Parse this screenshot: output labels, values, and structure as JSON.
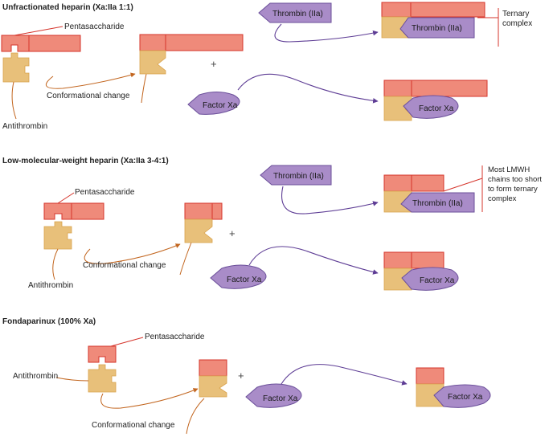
{
  "sections": [
    {
      "title": "Unfractionated heparin (Xa:IIa 1:1)"
    },
    {
      "title": "Low-molecular-weight heparin (Xa:IIa 3-4:1)"
    },
    {
      "title": "Fondaparinux (100% Xa)"
    }
  ],
  "labels": {
    "pentasaccharide": "Pentasaccharide",
    "antithrombin": "Antithrombin",
    "conformational_change": "Conformational change",
    "thrombin": "Thrombin (IIa)",
    "factor_xa": "Factor Xa",
    "plus": "+",
    "ternary_line1": "Ternary",
    "ternary_line2": "complex",
    "lmwh_line1": "Most LMWH",
    "lmwh_line2": "chains too short",
    "lmwh_line3": "to form ternary",
    "lmwh_line4": "complex"
  },
  "colors": {
    "heparin_fill": "#ef8a7a",
    "heparin_stroke": "#d5342b",
    "antithrombin_fill": "#e8c07a",
    "enzyme_fill": "#a98cc8",
    "arrow_purple": "#5e3d95",
    "arrow_orange": "#c2651e"
  }
}
